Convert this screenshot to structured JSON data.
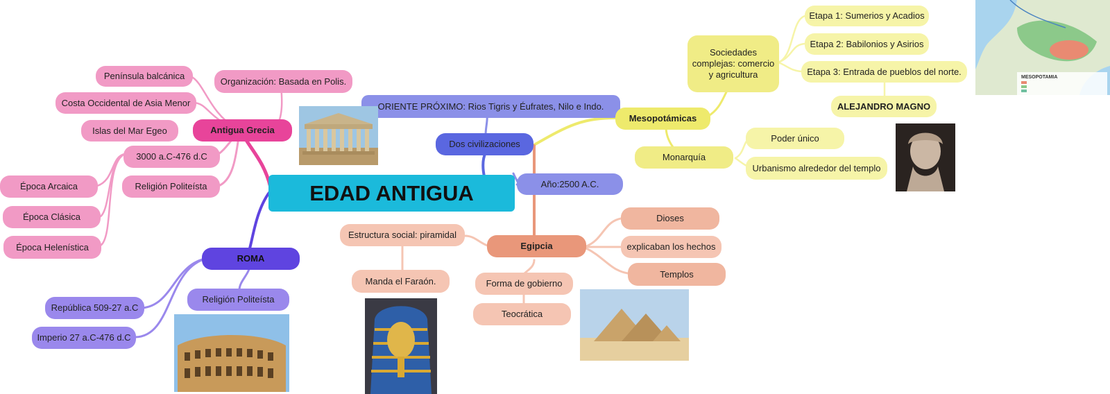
{
  "central": "EDAD ANTIGUA",
  "colors": {
    "grecia": "#e8449a",
    "grecia_light": "#f19ac5",
    "oriente": "#5a67e0",
    "oriente_light": "#8b90e8",
    "meso": "#eeea6c",
    "meso_light": "#f6f4a8",
    "egipto": "#e9977a",
    "egipto_light": "#f5c5b3",
    "roma": "#5f44e0",
    "roma_light": "#9a88ec",
    "central": "#1bbadb"
  },
  "grecia": {
    "title": "Antigua Grecia",
    "peninsula": "Península balcánica",
    "costa": "Costa Occidental de Asia Menor",
    "islas": "Islas del Mar Egeo",
    "organizacion": "Organización: Basada en Polis.",
    "fechas": "3000 a.C-476 d.C",
    "arcaica": "Época Arcaica",
    "clasica": "Época Clásica",
    "helenistica": "Época Helenística",
    "religion": "Religión Politeísta"
  },
  "oriente": {
    "title": "Dos civilizaciones",
    "rios": "ORIENTE PRÓXIMO: Rios Tigris y Éufrates, Nilo e Indo.",
    "anio": "Año:2500 A.C."
  },
  "meso": {
    "title": "Mesopotámicas",
    "sociedades": "Sociedades complejas: comercio y agricultura",
    "etapa1": "Etapa 1: Sumerios y Acadios",
    "etapa2": "Etapa 2: Babilonios y Asirios",
    "etapa3": "Etapa 3: Entrada de pueblos del norte.",
    "alejandro": "ALEJANDRO MAGNO",
    "monarquia": "Monarquía",
    "poder": "Poder único",
    "urbanismo": "Urbanismo alrededor del templo",
    "map_title": "MESOPOTAMIA"
  },
  "egipto": {
    "title": "Egipcia",
    "estructura": "Estructura social: piramidal",
    "farao": "Manda el Faraón.",
    "gobierno": "Forma de gobierno",
    "teocratica": "Teocrática",
    "dioses": "Dioses",
    "explicaban": "explicaban los hechos",
    "templos": "Templos"
  },
  "roma": {
    "title": "ROMA",
    "religion": "Religión Politeísta",
    "republica": "República 509-27 a.C",
    "imperio": "Imperio 27 a.C-476 d.C"
  }
}
